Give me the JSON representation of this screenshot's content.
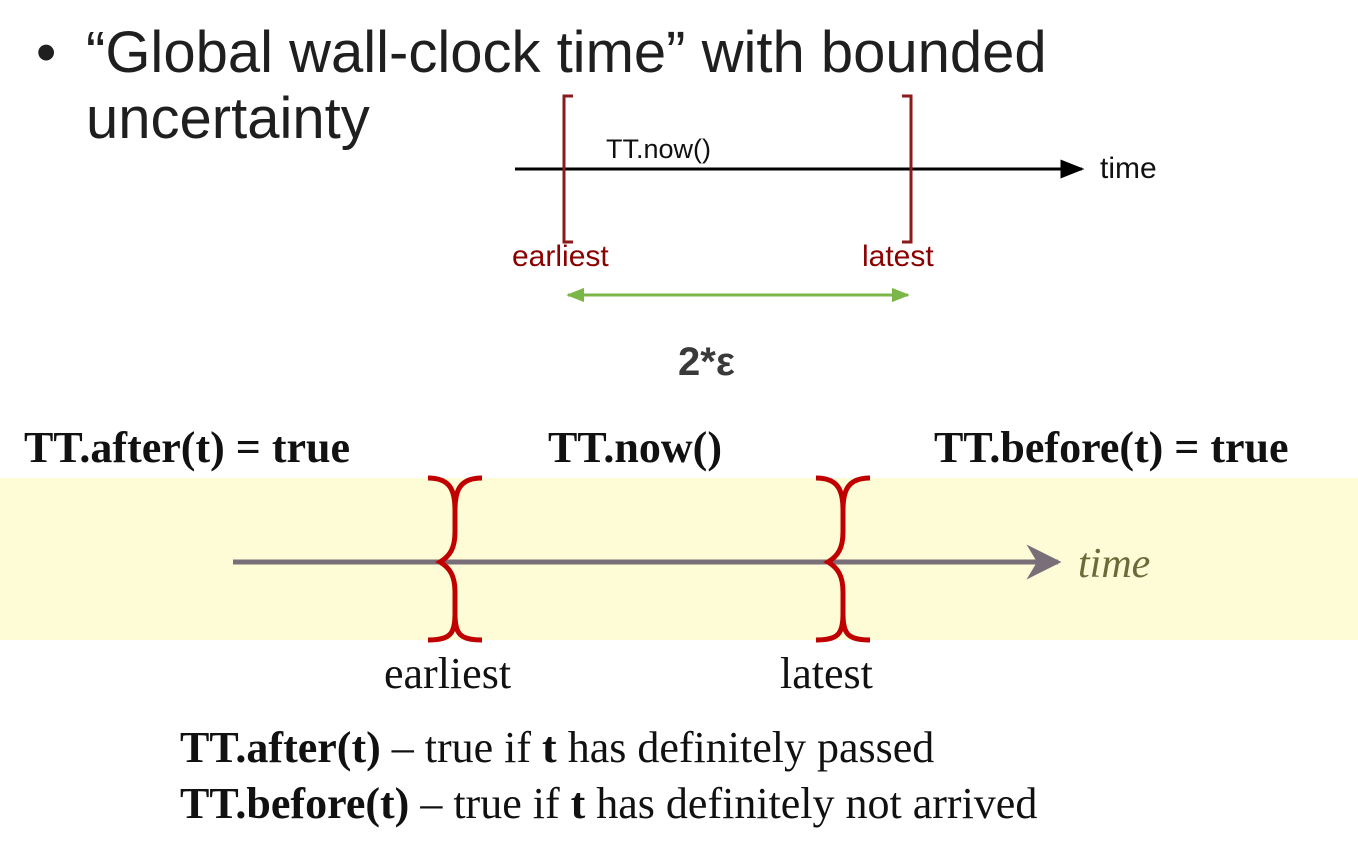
{
  "bullet": {
    "symbol": "•",
    "line1": "“Global wall-clock time” with bounded",
    "line2": "uncertainty"
  },
  "top_diagram": {
    "now_label": "TT.now()",
    "axis_label": "time",
    "earliest_label": "earliest",
    "latest_label": "latest",
    "interval_label": "2*ε",
    "colors": {
      "bracket": "#8b1a1a",
      "interval_arrow": "#7ab648",
      "axis": "#000000"
    }
  },
  "bottom_diagram": {
    "after_true_label": "TT.after(t) = true",
    "now_label": "TT.now()",
    "before_true_label": "TT.before(t) = true",
    "axis_label": "time",
    "earliest_label": "earliest",
    "latest_label": "latest",
    "colors": {
      "band": "#fdfcd6",
      "brace": "#c00000",
      "axis": "#7a6e78"
    }
  },
  "definitions": {
    "after": {
      "term": "TT.after(t)",
      "dash": " – true if ",
      "var": "t",
      "rest": " has definitely passed"
    },
    "before": {
      "term": "TT.before(t)",
      "dash": " – true if ",
      "var": "t",
      "rest": " has definitely not arrived"
    }
  }
}
